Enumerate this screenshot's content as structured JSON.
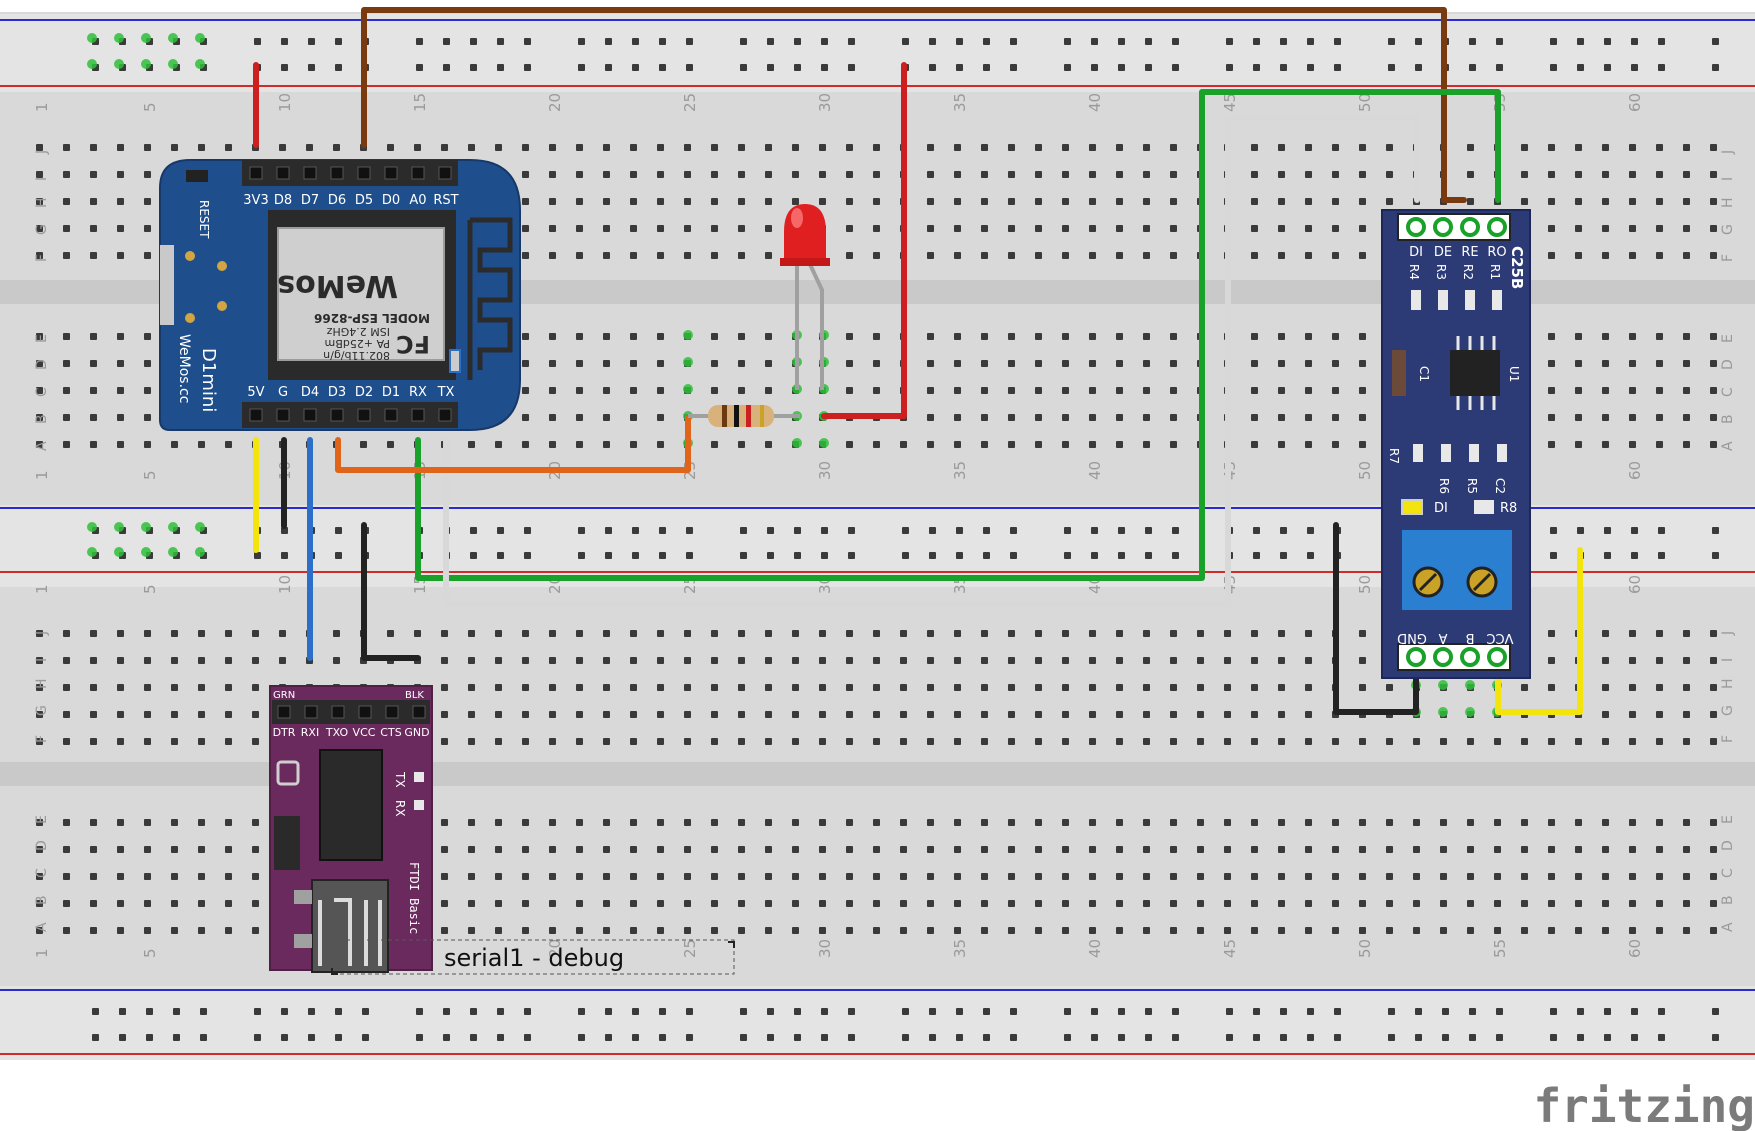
{
  "app": {
    "watermark": "fritzing"
  },
  "breadboard": {
    "column_numbers": [
      "1",
      "5",
      "10",
      "15",
      "20",
      "25",
      "30",
      "35",
      "40",
      "45",
      "50",
      "55",
      "60"
    ],
    "top_rows": [
      "J",
      "I",
      "H",
      "G",
      "F"
    ],
    "bottom_rows": [
      "E",
      "D",
      "C",
      "B",
      "A"
    ]
  },
  "d1mini": {
    "top_pins": [
      "3V3",
      "D8",
      "D7",
      "D6",
      "D5",
      "D0",
      "A0",
      "RST"
    ],
    "bottom_pins": [
      "5V",
      "G",
      "D4",
      "D3",
      "D2",
      "D1",
      "RX",
      "TX"
    ],
    "reset_label": "RESET",
    "board_name": "D1mini",
    "brand": "WeMos.cc",
    "module_lines": [
      "MODEL  ESP-8266",
      "ISM 2.4GHz",
      "PA +25dBm",
      "802.11b/g/n"
    ],
    "module_brand": "WeMos",
    "module_mark": "FC",
    "colors": {
      "board": "#1f4e8c",
      "header": "#2b2b2b"
    }
  },
  "rs485": {
    "top_pins": [
      "DI",
      "DE",
      "RE",
      "RO"
    ],
    "top_resistors": [
      "R4",
      "R3",
      "R2",
      "R1"
    ],
    "board_name": "C25B",
    "c1_label": "C1",
    "u1_label": "U1",
    "mid_labels": [
      "R7",
      "R6",
      "R5",
      "C2"
    ],
    "led_label": "DI",
    "r8_label": "R8",
    "bottom_pins": [
      "GND",
      "A",
      "B",
      "VCC"
    ],
    "colors": {
      "board": "#2c3a75",
      "terminal": "#2a7fd0"
    }
  },
  "ftdi": {
    "top_labels": [
      "GRN",
      "BLK"
    ],
    "pins": [
      "DTR",
      "RXI",
      "TXO",
      "VCC",
      "CTS",
      "GND"
    ],
    "side_label": "FTDI Basic",
    "led_labels": [
      "TX",
      "RX"
    ],
    "colors": {
      "board": "#6b2a5e"
    }
  },
  "annotation": {
    "note": "serial1 - debug"
  },
  "wire_colors": {
    "red": "#cc1f1f",
    "brown": "#7a3a10",
    "green": "#1aa12a",
    "white": "#d8d8d8",
    "yellow": "#f2e40c",
    "black": "#222222",
    "blue": "#2b6fc9",
    "orange": "#e0641a"
  }
}
